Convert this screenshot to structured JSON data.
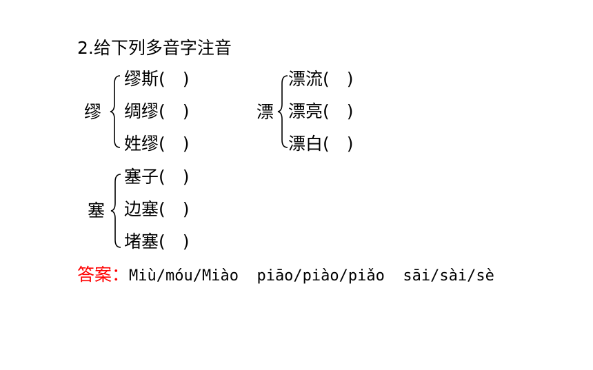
{
  "question": {
    "title": "2.给下列多音字注音"
  },
  "groups": [
    {
      "char": "缪",
      "items": [
        "缪斯(　)",
        "绸缪(　)",
        "姓缪(　)"
      ]
    },
    {
      "char": "漂",
      "items": [
        "漂流(　)",
        "漂亮(　)",
        "漂白(　)"
      ]
    },
    {
      "char": "塞",
      "items": [
        "塞子(　)",
        "边塞(　)",
        "堵塞(　)"
      ]
    }
  ],
  "answer": {
    "label": "答案：",
    "text": "Miù/móu/Miào  piāo/piào/piǎo  sāi/sài/sè"
  },
  "colors": {
    "answer_label": "#ff0000",
    "text": "#000000"
  }
}
